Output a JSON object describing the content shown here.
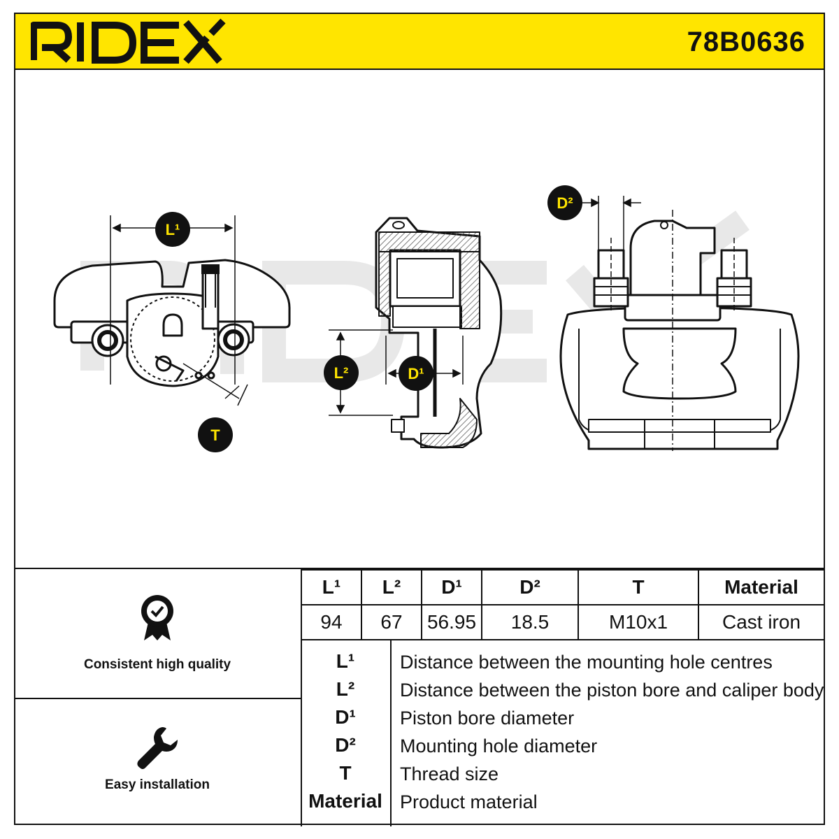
{
  "header": {
    "brand": "RIDEX",
    "part_number": "78B0636"
  },
  "drawing": {
    "callouts": {
      "L1": "L¹",
      "L2": "L²",
      "D1": "D¹",
      "D2": "D²",
      "T": "T"
    },
    "watermark": "RIDEX"
  },
  "features": [
    {
      "label": "Consistent high quality",
      "icon": "quality-badge-icon"
    },
    {
      "label": "Easy installation",
      "icon": "wrench-icon"
    }
  ],
  "spec_table": {
    "headers": [
      "L¹",
      "L²",
      "D¹",
      "D²",
      "T",
      "Material"
    ],
    "values": [
      "94",
      "67",
      "56.95",
      "18.5",
      "M10x1",
      "Cast iron"
    ]
  },
  "legend": [
    {
      "key": "L¹",
      "desc": "Distance between the mounting hole centres"
    },
    {
      "key": "L²",
      "desc": "Distance between the piston bore and caliper body"
    },
    {
      "key": "D¹",
      "desc": "Piston bore diameter"
    },
    {
      "key": "D²",
      "desc": "Mounting hole diameter"
    },
    {
      "key": "T",
      "desc": "Thread size"
    },
    {
      "key": "Material",
      "desc": "Product material"
    }
  ],
  "colors": {
    "accent": "#ffe500",
    "ink": "#111111",
    "callout_text": "#ffe500"
  }
}
